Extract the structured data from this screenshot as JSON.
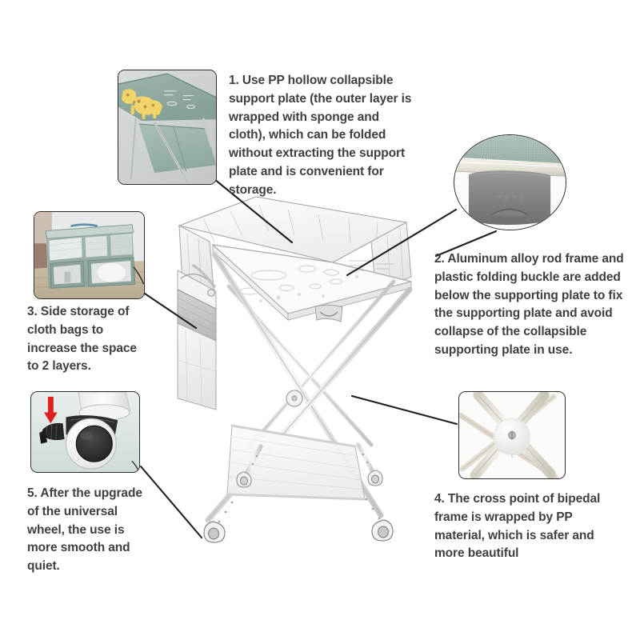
{
  "page": {
    "kind": "product-feature-infographic",
    "subject": "Foldable baby diaper changing table with storage bags and universal wheels",
    "background_color": "#ffffff",
    "text_color": "#3f3f3f",
    "line_color": "#1f1f1f",
    "accent_color": "#e02020",
    "product_fabric_color": "#9fb5ad",
    "product_frame_color": "#e8e6df",
    "callout_count": 5
  },
  "callouts": [
    {
      "number": "1",
      "text": "1. Use PP hollow collapsible support plate (the outer layer is wrapped with sponge and cloth), which can be folded without extracting the support plate and is convenient for storage.",
      "photo_name": "folding-support-plate-photo",
      "photo_caption": "Sage green changing pad folded open, yellow giraffe print, aluminum legs",
      "shape": "rounded-rect",
      "position": "top-left"
    },
    {
      "number": "2",
      "text": "2. Aluminum alloy rod frame and plastic folding buckle are added below the supporting plate to fix the supporting plate and avoid collapse of the collapsible supporting plate in use.",
      "photo_name": "folding-buckle-photo",
      "photo_caption": "Close-up of grey plastic folding buckle under aluminum alloy rod and sage fabric",
      "shape": "circle",
      "position": "top-right"
    },
    {
      "number": "3",
      "text": "3. Side storage of cloth bags to increase the space to 2 layers.",
      "photo_name": "side-storage-bags-photo",
      "photo_caption": "Two-layer side hanging cloth storage bag with mesh pockets",
      "shape": "rounded-rect",
      "position": "middle-left"
    },
    {
      "number": "4",
      "text": "4. The cross point of bipedal frame is wrapped by PP material, which is safer and more beautiful",
      "photo_name": "cross-point-cover-photo",
      "photo_caption": "X crossing of two frame rods covered by round white PP disc with screw",
      "shape": "rounded-rect",
      "position": "bottom-right"
    },
    {
      "number": "5",
      "text": "5. After the upgrade of the universal wheel, the use is more smooth and quiet.",
      "photo_name": "universal-wheel-photo",
      "photo_caption": "Universal caster wheel with black brake lever and red downward arrow",
      "shape": "rounded-rect",
      "position": "bottom-left",
      "arrow_color": "#e02020",
      "arrow_direction": "down"
    }
  ],
  "product": {
    "name": "baby-changing-table",
    "parts": [
      "padded changing pad top",
      "raised side bumpers",
      "printed pad surface",
      "plastic folding buckle under plate",
      "aluminum alloy X frame",
      "PP cross-point cover",
      "lower mesh storage shelf",
      "side hanging cloth storage bag",
      "four universal caster wheels"
    ]
  },
  "connectors": [
    {
      "name": "connector-1",
      "from": "callout-1-photo",
      "to": "changing-pad-surface"
    },
    {
      "name": "connector-2a",
      "from": "callout-2-photo",
      "to": "folding-buckle-on-product"
    },
    {
      "name": "connector-2b",
      "from": "callout-2-photo",
      "to": "callout-2-text"
    },
    {
      "name": "connector-3",
      "from": "callout-3-photo",
      "to": "side-storage-bag-on-product"
    },
    {
      "name": "connector-4",
      "from": "callout-4-photo",
      "to": "frame-cross-point-on-product"
    },
    {
      "name": "connector-5",
      "from": "callout-5-photo",
      "to": "front-left-caster-on-product"
    }
  ]
}
